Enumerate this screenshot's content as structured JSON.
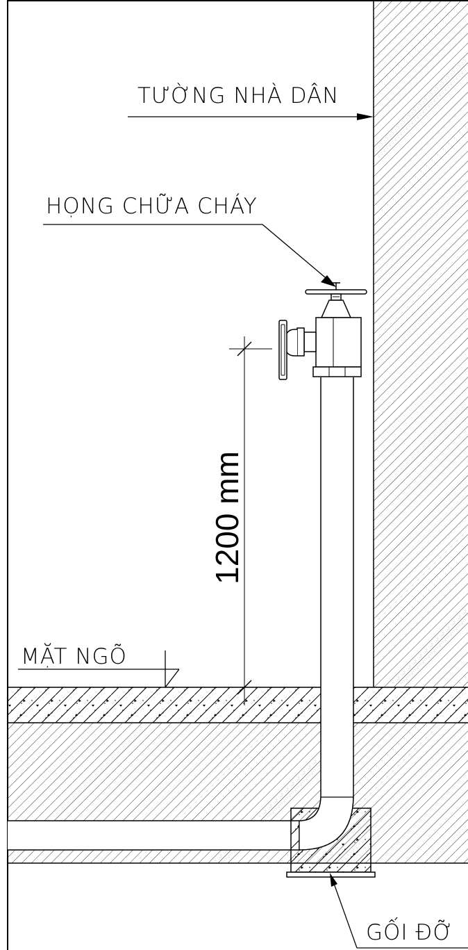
{
  "labels": {
    "wall": "TƯỜNG NHÀ DÂN",
    "hydrant": "HỌNG CHỮA CHÁY",
    "alley_surface": "MẶT NGÕ",
    "support": "GỐI ĐỠ"
  },
  "dimension": {
    "text": "1200 mm"
  }
}
